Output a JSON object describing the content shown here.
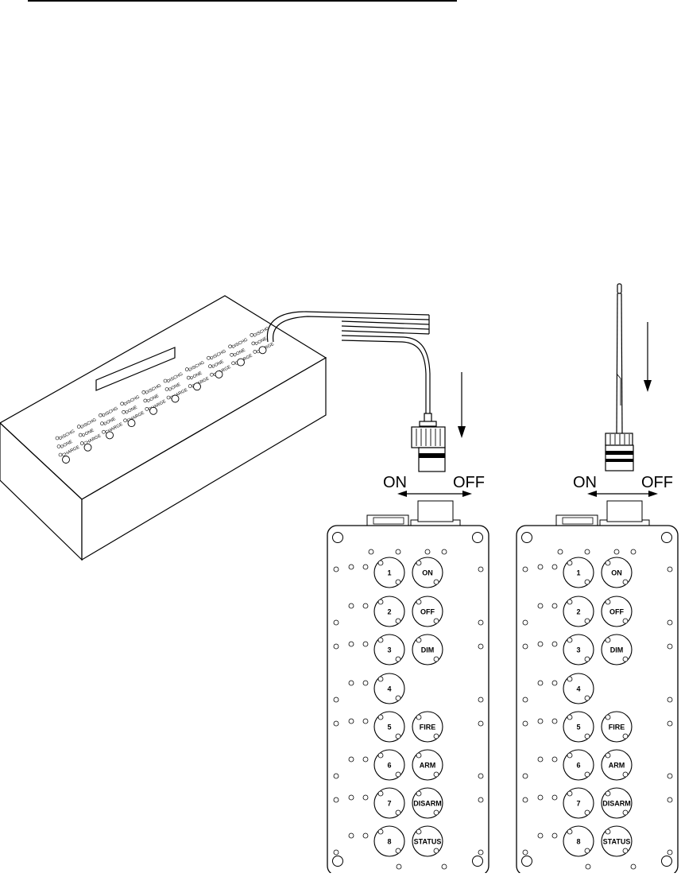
{
  "charger": {
    "led_rows": [
      {
        "label": "DISCHG"
      },
      {
        "label": "DONE"
      },
      {
        "label": "CHARGE"
      }
    ],
    "bay_count": 10
  },
  "switch": {
    "on_label": "ON",
    "off_label": "OFF"
  },
  "remotes": [
    {
      "name": "wired-remote",
      "connector": "cable",
      "buttons_left": [
        "1",
        "2",
        "3",
        "4",
        "5",
        "6",
        "7",
        "8"
      ],
      "buttons_right": [
        "ON",
        "OFF",
        "DIM",
        "",
        "FIRE",
        "ARM",
        "DISARM",
        "STATUS"
      ]
    },
    {
      "name": "antenna-remote",
      "connector": "antenna",
      "buttons_left": [
        "1",
        "2",
        "3",
        "4",
        "5",
        "6",
        "7",
        "8"
      ],
      "buttons_right": [
        "ON",
        "OFF",
        "DIM",
        "",
        "FIRE",
        "ARM",
        "DISARM",
        "STATUS"
      ]
    }
  ]
}
